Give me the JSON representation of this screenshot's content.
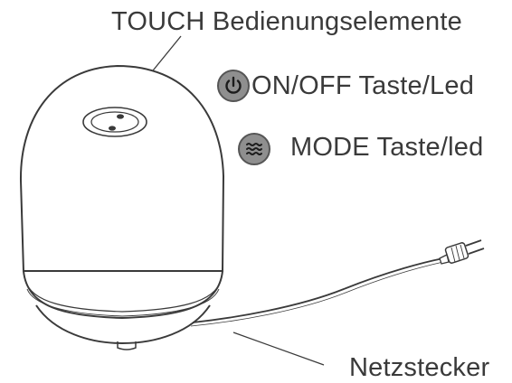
{
  "labels": {
    "touch_controls": "TOUCH Bedienungselemente",
    "on_off": "ON/OFF Taste/Led",
    "mode": "MODE Taste/led",
    "plug": "Netzstecker"
  },
  "icons": {
    "power": "power-icon",
    "mode": "wave-mode-icon"
  },
  "colors": {
    "line": "#3a3a3a",
    "icon_fill": "#8f8f8f",
    "icon_border": "#555555"
  }
}
